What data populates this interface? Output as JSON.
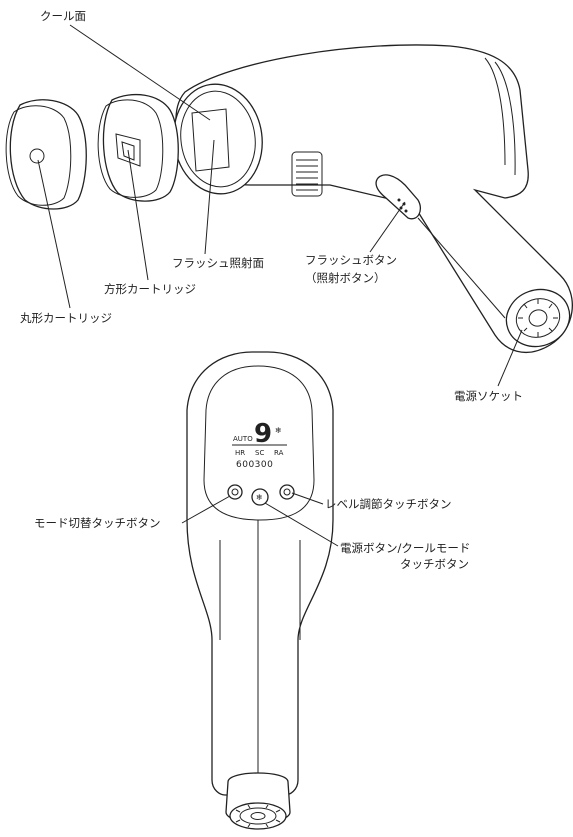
{
  "labels": {
    "cool_surface": "クール面",
    "flash_surface": "フラッシュ照射面",
    "flash_button_line1": "フラッシュボタン",
    "flash_button_line2": "（照射ボタン）",
    "square_cartridge": "方形カートリッジ",
    "round_cartridge": "丸形カートリッジ",
    "power_socket": "電源ソケット",
    "level_button": "レベル調節タッチボタン",
    "mode_button": "モード切替タッチボタン",
    "power_button_line1": "電源ボタン/クールモード",
    "power_button_line2": "タッチボタン"
  },
  "display": {
    "auto": "AUTO",
    "level": "9",
    "cool_icon": "❄",
    "modes": [
      "HR",
      "SC",
      "RA"
    ],
    "counter": "600300"
  }
}
